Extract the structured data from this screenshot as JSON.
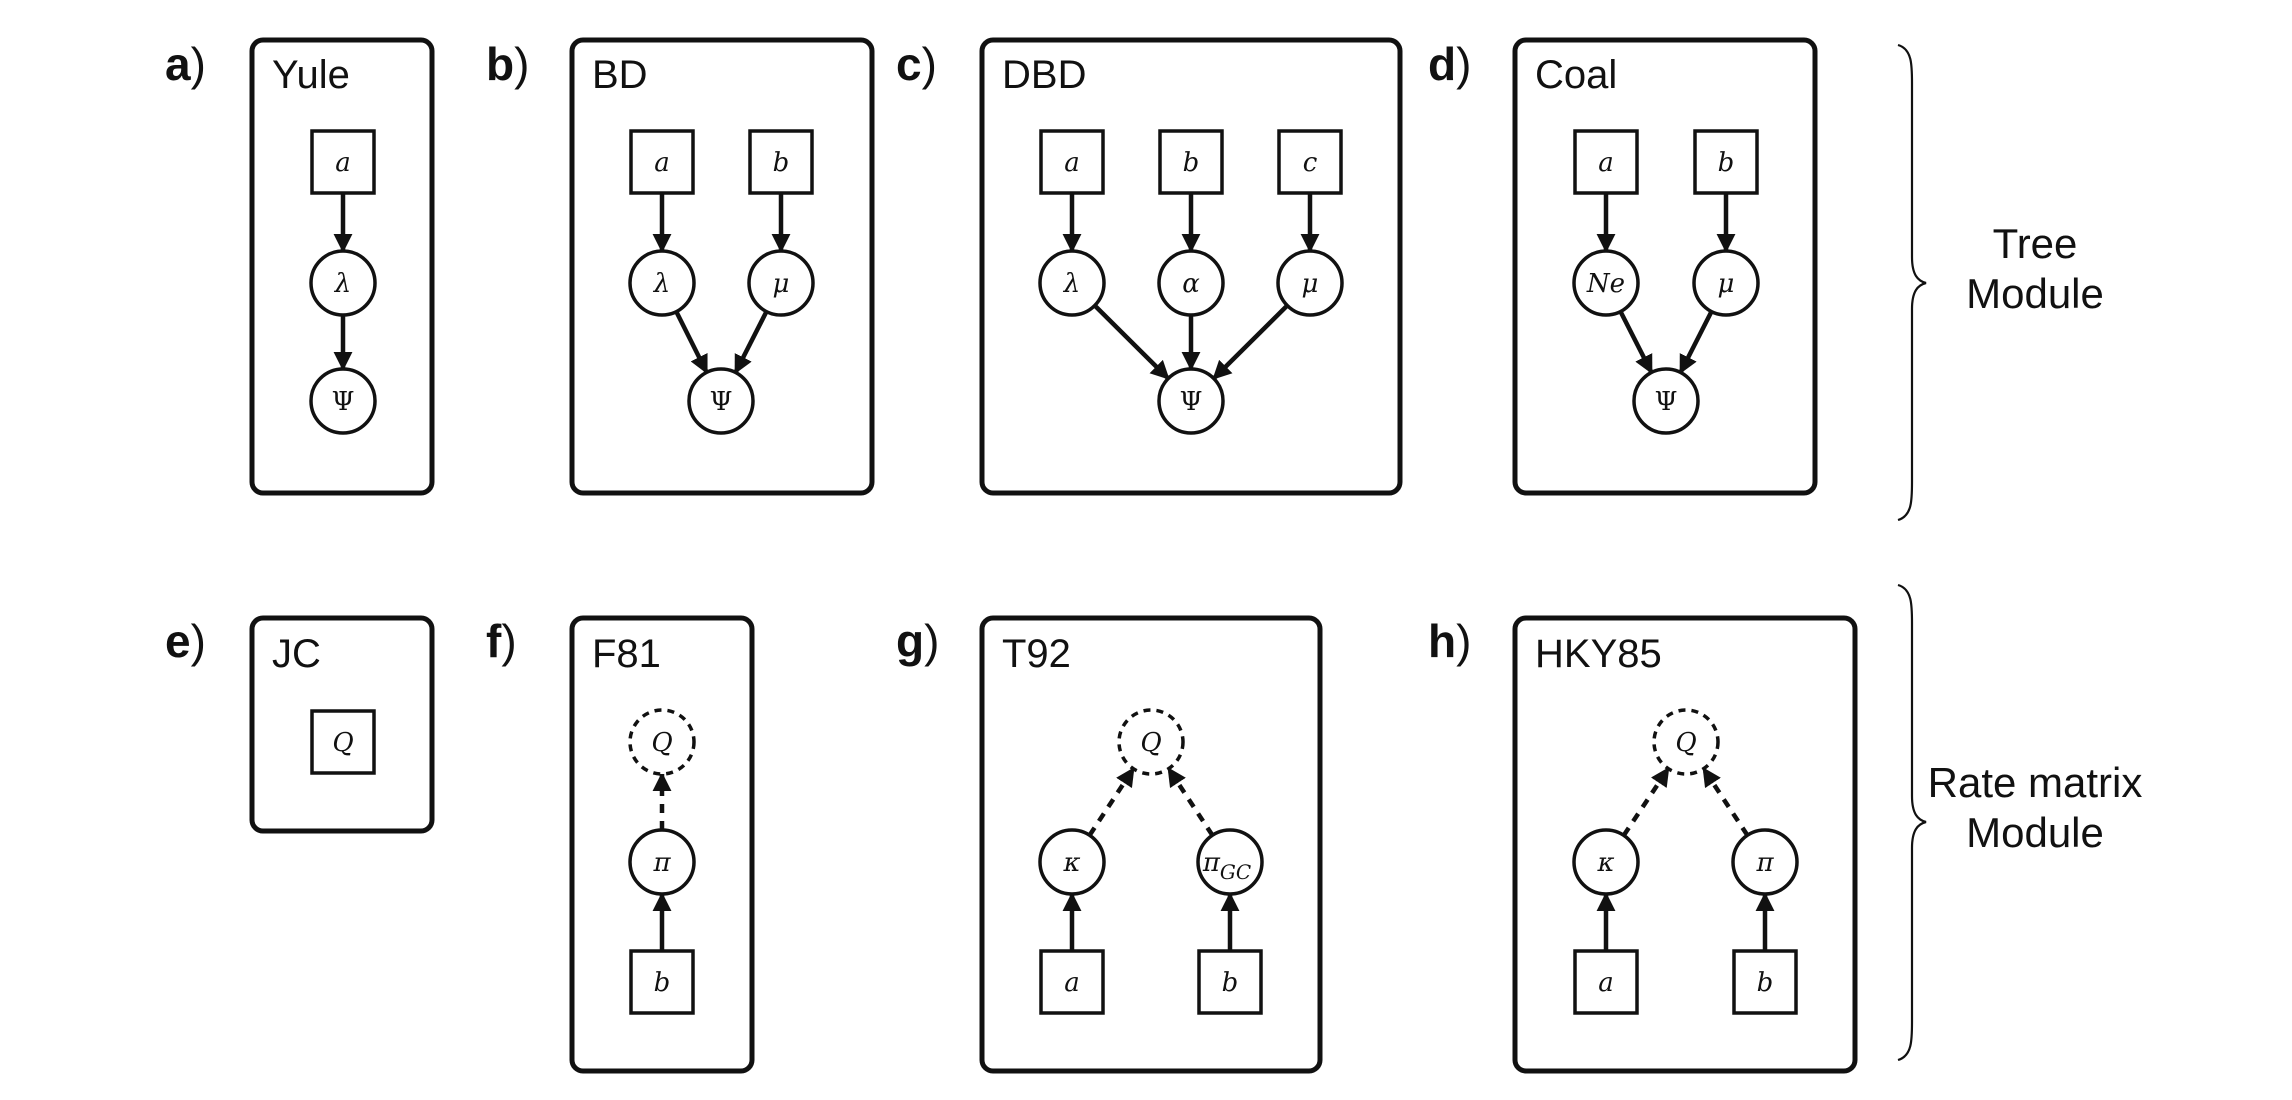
{
  "panels": [
    {
      "letter": "a",
      "title": "Yule",
      "nodes": [
        {
          "id": "a",
          "label": "a",
          "shape": "square"
        },
        {
          "id": "lambda",
          "label": "λ",
          "shape": "circle"
        },
        {
          "id": "Psi",
          "label": "Ψ",
          "shape": "circle"
        }
      ],
      "edges": [
        {
          "from": "a",
          "to": "lambda",
          "style": "solid"
        },
        {
          "from": "lambda",
          "to": "Psi",
          "style": "solid"
        }
      ]
    },
    {
      "letter": "b",
      "title": "BD",
      "nodes": [
        {
          "id": "a",
          "label": "a",
          "shape": "square"
        },
        {
          "id": "b",
          "label": "b",
          "shape": "square"
        },
        {
          "id": "lambda",
          "label": "λ",
          "shape": "circle"
        },
        {
          "id": "mu",
          "label": "μ",
          "shape": "circle"
        },
        {
          "id": "Psi",
          "label": "Ψ",
          "shape": "circle"
        }
      ],
      "edges": [
        {
          "from": "a",
          "to": "lambda",
          "style": "solid"
        },
        {
          "from": "b",
          "to": "mu",
          "style": "solid"
        },
        {
          "from": "lambda",
          "to": "Psi",
          "style": "solid"
        },
        {
          "from": "mu",
          "to": "Psi",
          "style": "solid"
        }
      ]
    },
    {
      "letter": "c",
      "title": "DBD",
      "nodes": [
        {
          "id": "a",
          "label": "a",
          "shape": "square"
        },
        {
          "id": "b",
          "label": "b",
          "shape": "square"
        },
        {
          "id": "c",
          "label": "c",
          "shape": "square"
        },
        {
          "id": "lambda",
          "label": "λ",
          "shape": "circle"
        },
        {
          "id": "alpha",
          "label": "α",
          "shape": "circle"
        },
        {
          "id": "mu",
          "label": "μ",
          "shape": "circle"
        },
        {
          "id": "Psi",
          "label": "Ψ",
          "shape": "circle"
        }
      ],
      "edges": [
        {
          "from": "a",
          "to": "lambda",
          "style": "solid"
        },
        {
          "from": "b",
          "to": "alpha",
          "style": "solid"
        },
        {
          "from": "c",
          "to": "mu",
          "style": "solid"
        },
        {
          "from": "lambda",
          "to": "Psi",
          "style": "solid"
        },
        {
          "from": "alpha",
          "to": "Psi",
          "style": "solid"
        },
        {
          "from": "mu",
          "to": "Psi",
          "style": "solid"
        }
      ]
    },
    {
      "letter": "d",
      "title": "Coal",
      "nodes": [
        {
          "id": "a",
          "label": "a",
          "shape": "square"
        },
        {
          "id": "b",
          "label": "b",
          "shape": "square"
        },
        {
          "id": "Ne",
          "label": "Ne",
          "shape": "circle"
        },
        {
          "id": "mu",
          "label": "μ",
          "shape": "circle"
        },
        {
          "id": "Psi",
          "label": "Ψ",
          "shape": "circle"
        }
      ],
      "edges": [
        {
          "from": "a",
          "to": "Ne",
          "style": "solid"
        },
        {
          "from": "b",
          "to": "mu",
          "style": "solid"
        },
        {
          "from": "Ne",
          "to": "Psi",
          "style": "solid"
        },
        {
          "from": "mu",
          "to": "Psi",
          "style": "solid"
        }
      ]
    },
    {
      "letter": "e",
      "title": "JC",
      "nodes": [
        {
          "id": "Q",
          "label": "Q",
          "shape": "square"
        }
      ],
      "edges": []
    },
    {
      "letter": "f",
      "title": "F81",
      "nodes": [
        {
          "id": "Q",
          "label": "Q",
          "shape": "circle-dashed"
        },
        {
          "id": "pi",
          "label": "π",
          "shape": "circle"
        },
        {
          "id": "b",
          "label": "b",
          "shape": "square"
        }
      ],
      "edges": [
        {
          "from": "b",
          "to": "pi",
          "style": "solid"
        },
        {
          "from": "pi",
          "to": "Q",
          "style": "dashed"
        }
      ]
    },
    {
      "letter": "g",
      "title": "T92",
      "nodes": [
        {
          "id": "Q",
          "label": "Q",
          "shape": "circle-dashed"
        },
        {
          "id": "kappa",
          "label": "κ",
          "shape": "circle"
        },
        {
          "id": "piGC",
          "label": "π",
          "sub": "GC",
          "shape": "circle"
        },
        {
          "id": "a",
          "label": "a",
          "shape": "square"
        },
        {
          "id": "b",
          "label": "b",
          "shape": "square"
        }
      ],
      "edges": [
        {
          "from": "a",
          "to": "kappa",
          "style": "solid"
        },
        {
          "from": "b",
          "to": "piGC",
          "style": "solid"
        },
        {
          "from": "kappa",
          "to": "Q",
          "style": "dashed"
        },
        {
          "from": "piGC",
          "to": "Q",
          "style": "dashed"
        }
      ]
    },
    {
      "letter": "h",
      "title": "HKY85",
      "nodes": [
        {
          "id": "Q",
          "label": "Q",
          "shape": "circle-dashed"
        },
        {
          "id": "kappa",
          "label": "κ",
          "shape": "circle"
        },
        {
          "id": "pi",
          "label": "π",
          "shape": "circle"
        },
        {
          "id": "a",
          "label": "a",
          "shape": "square"
        },
        {
          "id": "b",
          "label": "b",
          "shape": "square"
        }
      ],
      "edges": [
        {
          "from": "a",
          "to": "kappa",
          "style": "solid"
        },
        {
          "from": "b",
          "to": "pi",
          "style": "solid"
        },
        {
          "from": "kappa",
          "to": "Q",
          "style": "dashed"
        },
        {
          "from": "pi",
          "to": "Q",
          "style": "dashed"
        }
      ]
    }
  ],
  "modules": [
    {
      "id": "tree",
      "lines": [
        "Tree",
        "Module"
      ]
    },
    {
      "id": "rate",
      "lines": [
        "Rate matrix",
        "Module"
      ]
    }
  ]
}
